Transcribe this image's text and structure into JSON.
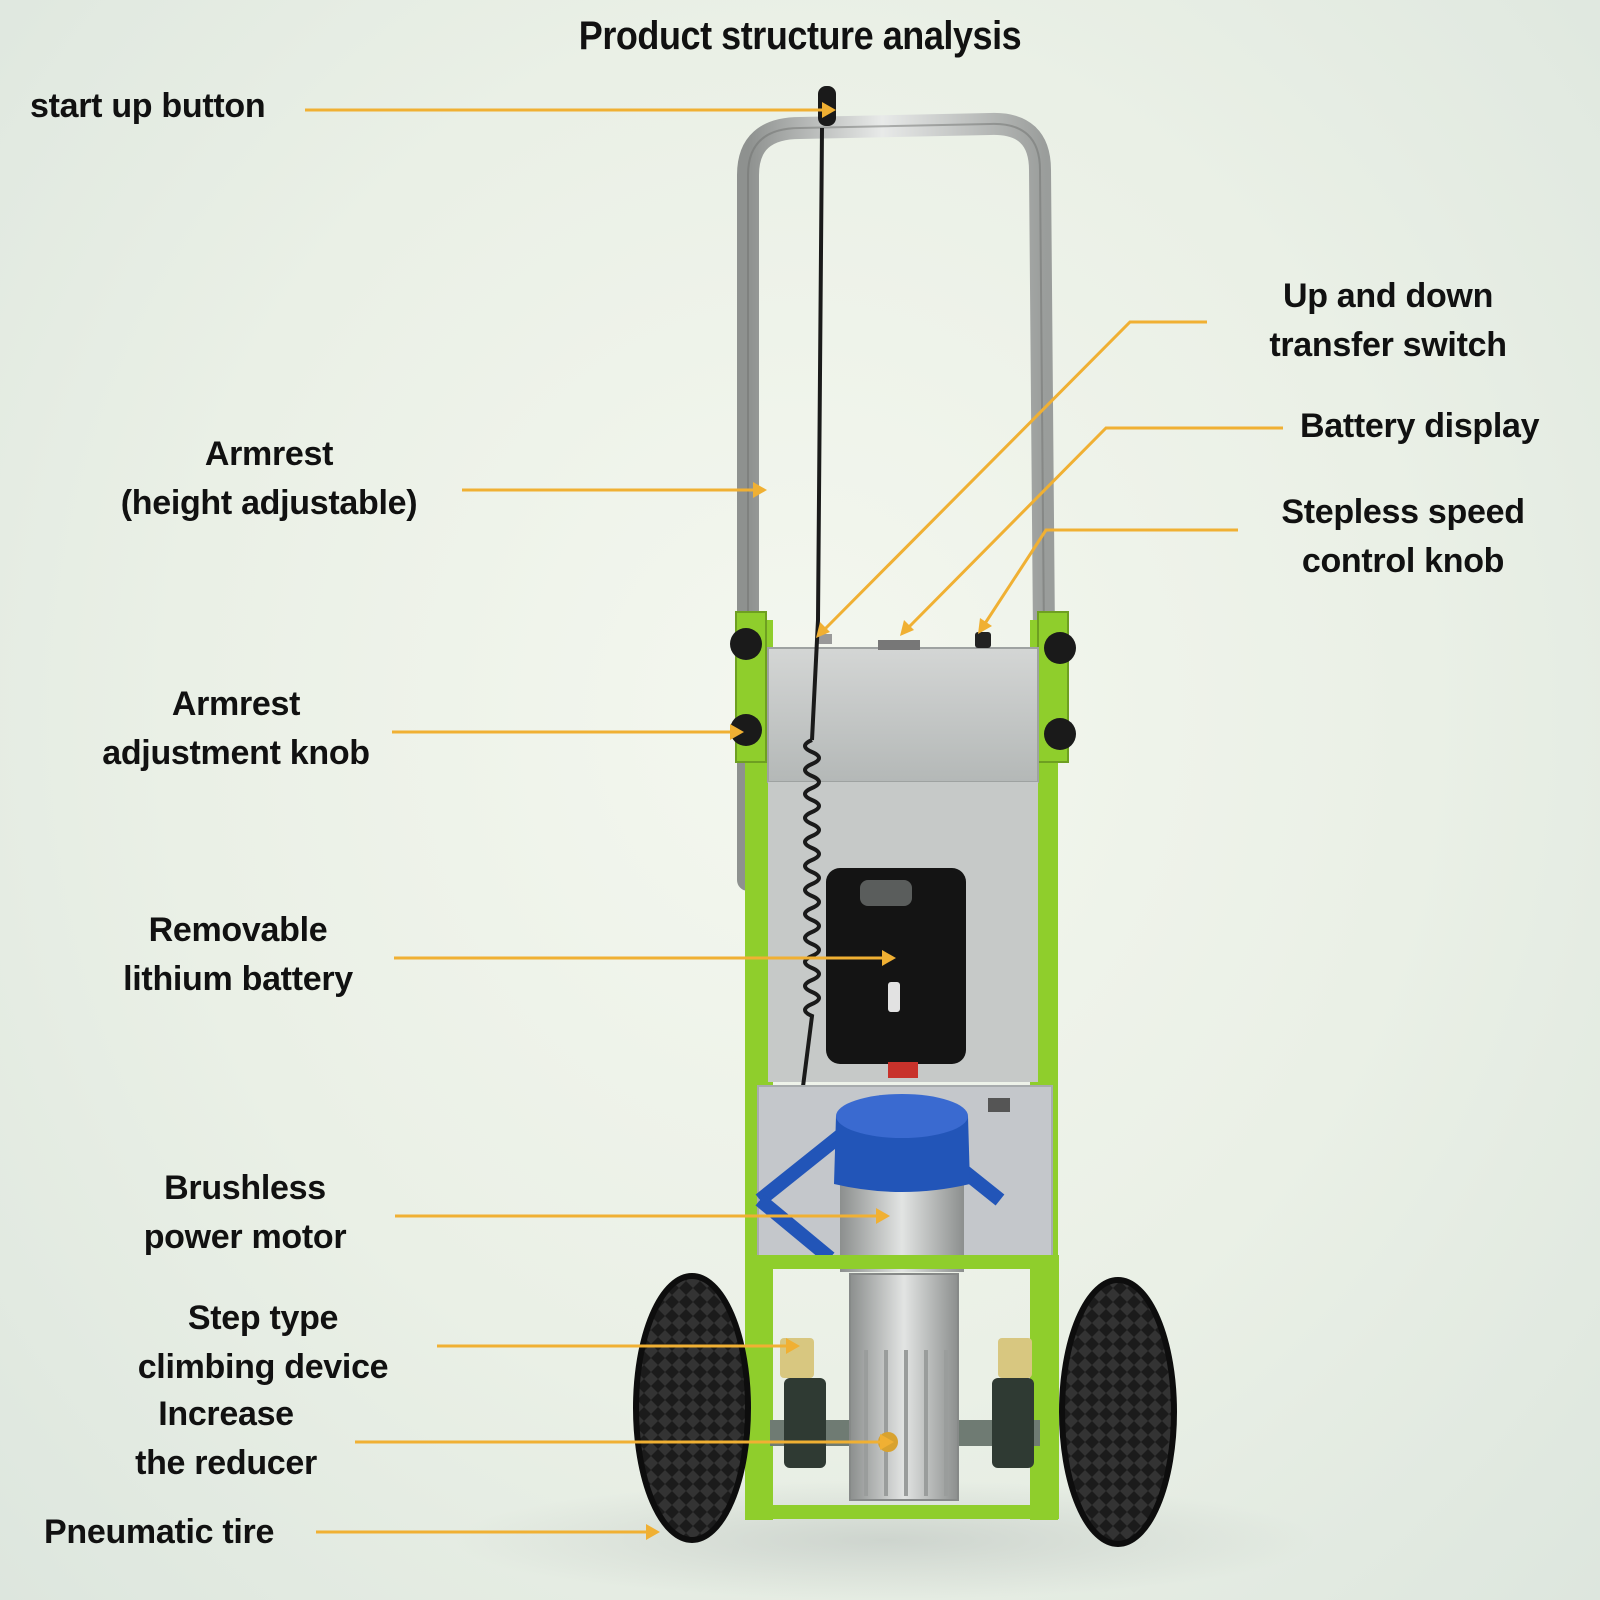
{
  "title": "Product structure analysis",
  "labels": {
    "start_up_button": "start up button",
    "armrest_line1": "Armrest",
    "armrest_line2": "(height adjustable)",
    "armrest_knob_line1": "Armrest",
    "armrest_knob_line2": "adjustment knob",
    "battery_line1": "Removable",
    "battery_line2": "lithium battery",
    "motor_line1": "Brushless",
    "motor_line2": "power motor",
    "climbing_line1": "Step type",
    "climbing_line2": "climbing device",
    "reducer_line1": "Increase",
    "reducer_line2": "the reducer",
    "tire": "Pneumatic tire",
    "switch_line1": "Up and down",
    "switch_line2": "transfer switch",
    "battery_display": "Battery display",
    "speed_line1": "Stepless speed",
    "speed_line2": "control knob"
  },
  "colors": {
    "leader": "#f0b033",
    "frame_green": "#8fce2c",
    "motor_blue": "#2255b8",
    "steel": "#c4c7c6",
    "battery_black": "#141414"
  }
}
